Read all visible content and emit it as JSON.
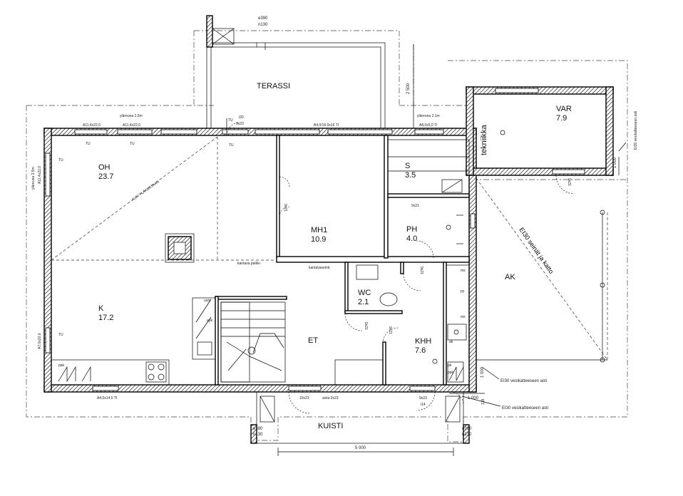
{
  "rooms": {
    "terassi": {
      "name": "TERASSI"
    },
    "oh": {
      "name": "OH",
      "area": "23.7"
    },
    "mh1": {
      "name": "MH1",
      "area": "10.9"
    },
    "s": {
      "name": "S",
      "area": "3.5"
    },
    "ph": {
      "name": "PH",
      "area": "4.0"
    },
    "var": {
      "name": "VAR",
      "area": "7.9"
    },
    "k": {
      "name": "K",
      "area": "17.2"
    },
    "wc": {
      "name": "WC",
      "area": "2.1"
    },
    "et": {
      "name": "ET"
    },
    "khh": {
      "name": "KHH",
      "area": "7.6"
    },
    "ak": {
      "name": "AK"
    },
    "kuisti": {
      "name": "KUISTI"
    },
    "tekniikka": {
      "name": "tekniikka"
    }
  },
  "labels": {
    "e390_top": "e390",
    "n130_top": "n130",
    "e390_left": "e390",
    "n130_left": "n130",
    "e390_right": "e390",
    "n130_right": "n130",
    "dim_2500": "2 500",
    "dim_5000": "5 000",
    "dim_1000_var": "1 000",
    "dim_1000_a": "1 000",
    "dim_1000_b": "1 000",
    "dim_138": "138",
    "ylareuna_25": "yläreuna 2.5m",
    "ylareuna_21": "yläreuna 2.1m",
    "ylareuna_25_left": "yläreuna 2.5m",
    "win_a11_1": "A11,4x22,0",
    "win_a11_2": "A11,4x22,0",
    "win_b4": "B4,0/16,0x16  TI",
    "win_a8": "A8,0x5,0  TI",
    "win_a11_left": "A11,4x22,0",
    "win_a7": "A7,0x20,0",
    "win_a4": "A4,0x14,0  TI",
    "tu_1": "TU",
    "tu_2": "TU",
    "tu_3": "TU",
    "tu_4": "TU",
    "tu_5": "TU",
    "tu_6": "TU",
    "tu_7": "TU",
    "i20": "i20",
    "d9x23_top": "9x23",
    "d9x21_mh": "9x21",
    "d9x21_ph": "9x21",
    "d9x21_b": "9x21",
    "d9x21_c": "9x21",
    "d9x21_d": "9x21",
    "d9x21_e": "9x21",
    "d9x23_bot": "9x23",
    "i14": "i14",
    "d10x23": "10x23",
    "avila": "avila 3x23",
    "auki": "AUKI YLÄKERTAAN",
    "kantava_palkki": "kantava palkki",
    "kantava_seina": "kantavaseinä",
    "ei30_seina": "EI30 seinät ja katto",
    "ei30_vesikate_top": "EI30 vesikatteeseen asti",
    "ei30_vesikate_mid": "EI30 vesikatteeseen asti",
    "ei30_vesikate_bot": "EI30 vesikatteeseen asti",
    "uuni": "uuni",
    "apk": "apk",
    "pak": "pak",
    "pk": "pk",
    "ppk": "ppk",
    "ms": "ms",
    "ms2": "ms",
    "py": "py",
    "ak_label": "ak"
  }
}
